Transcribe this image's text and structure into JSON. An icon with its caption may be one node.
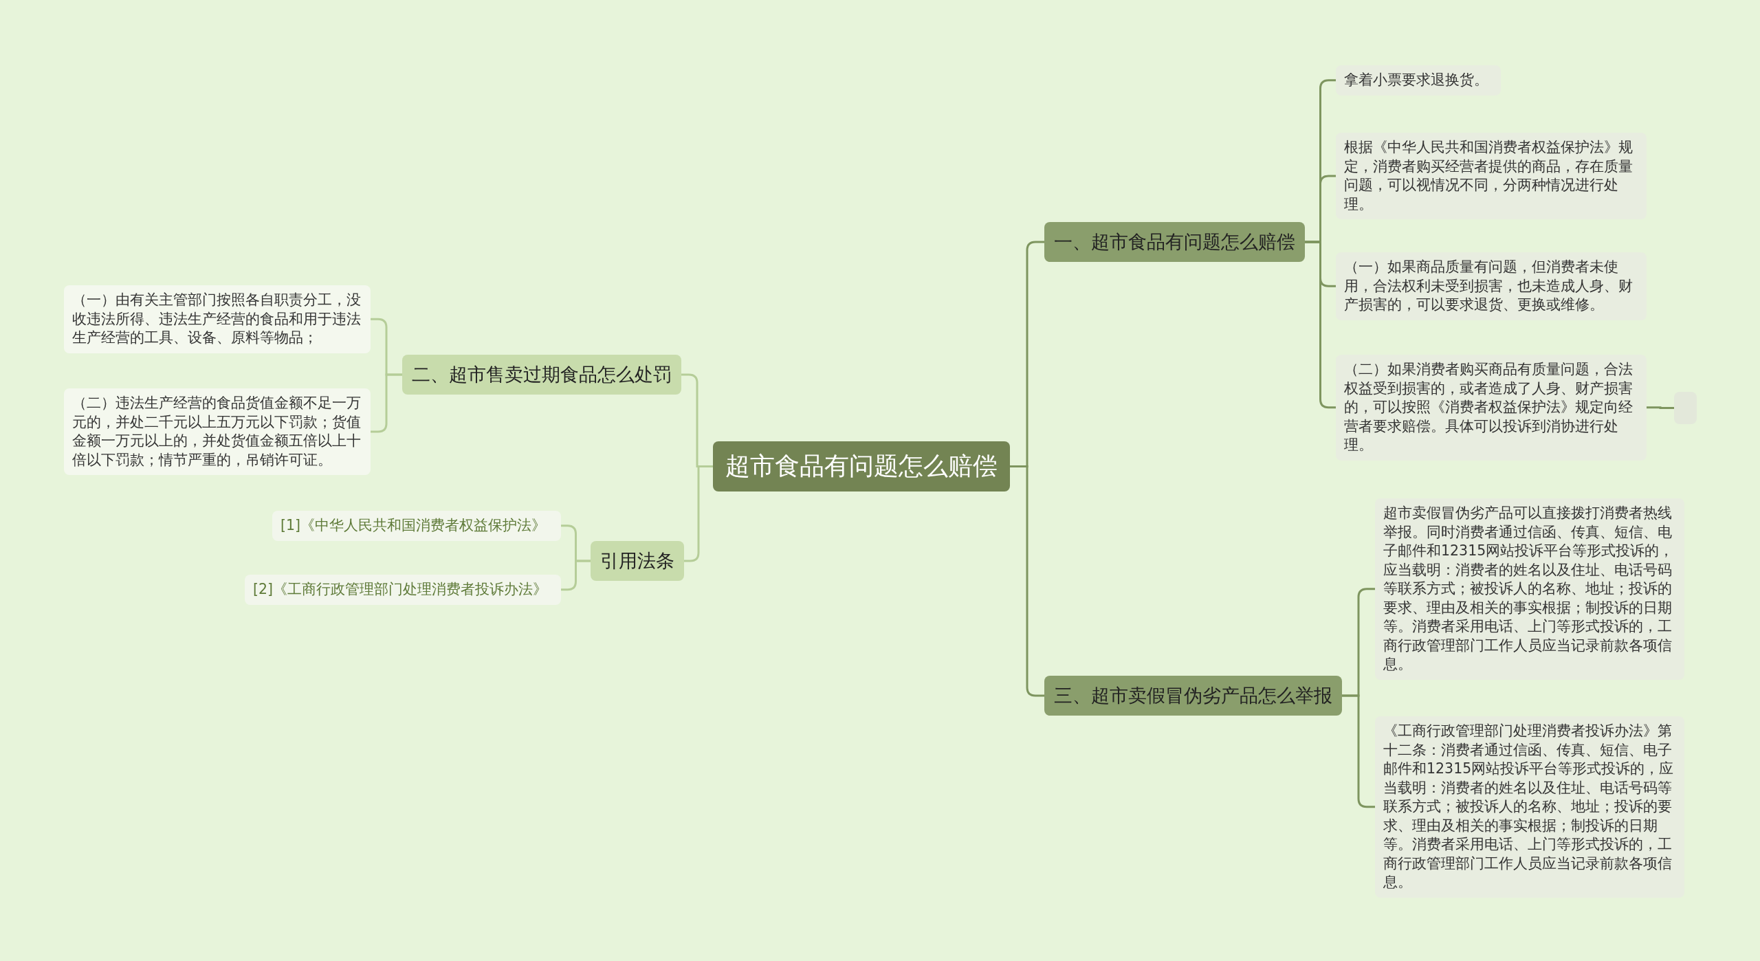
{
  "diagram": {
    "nodes": [
      {
        "text": [
          "超市食品有问题怎么赔偿"
        ]
      },
      {
        "text": [
          "一、超市食品有问题怎么赔偿"
        ]
      },
      {
        "text": [
          "拿着小票要求退换货。"
        ]
      },
      {
        "text": [
          "根据《中华人民共和国消费者权益保护法》规定，消费者购买经营者提供的商品，存在质量问题，可以视情况不同，分两种情况进行处理。"
        ]
      },
      {
        "text": [
          "（一）如果商品质量有问题，但消费者未使用，合法权利未受到损害，也未造成人身、财产损害的，可以要求退货、更换或维修。"
        ]
      },
      {
        "text": [
          "（二）如果消费者购买商品有质量问题，合法权益受到损害的，或者造成了人身、财产损害的，可以按照《消费者权益保护法》规定向经营者要求赔偿。具体可以投诉到消协进行处理。"
        ]
      },
      {
        "text": [],
        "shape": "box"
      },
      {
        "text": [
          "三、超市卖假冒伪劣产品怎么举报"
        ]
      },
      {
        "text": [
          "超市卖假冒伪劣产品可以直接拨打消费者热线举报。同时消费者通过信函、传真、短信、电子邮件和12315网站投诉平台等形式投诉的，应当载明：消费者的姓名以及住址、电话号码等联系方式；被投诉人的名称、地址；投诉的要求、理由及相关的事实根据；制投诉的日期等。消费者采用电话、上门等形式投诉的，工商行政管理部门工作人员应当记录前款各项信息。"
        ]
      },
      {
        "text": [
          "《工商行政管理部门处理消费者投诉办法》第十二条：消费者通过信函、传真、短信、电子邮件和12315网站投诉平台等形式投诉的，应当载明：消费者的姓名以及住址、电话号码等联系方式；被投诉人的名称、地址；投诉的要求、理由及相关的事实根据；制投诉的日期等。消费者采用电话、上门等形式投诉的，工商行政管理部门工作人员应当记录前款各项信息。"
        ]
      },
      {
        "text": [
          "二、超市售卖过期食品怎么处罚"
        ]
      },
      {
        "text": [
          "（一）由有关主管部门按照各自职责分工，没收违法所得、违法生产经营的食品和用于违法生产经营的工具、设备、原料等物品；"
        ]
      },
      {
        "text": [
          "（二）违法生产经营的食品货值金额不足一万元的，并处二千元以上五万元以下罚款；货值金额一万元以上的，并处货值金额五倍以上十倍以下罚款；情节严重的，吊销许可证。"
        ]
      },
      {
        "text": [
          "引用法条"
        ]
      },
      {
        "text": [
          "[1]《中华人民共和国消费者权益保护法》"
        ]
      },
      {
        "text": [
          "[2]《工商行政管理部门处理消费者投诉办法》"
        ]
      }
    ],
    "edges": [
      {
        "from": 0,
        "to": 1,
        "arrow": "none"
      },
      {
        "from": 1,
        "to": 2,
        "arrow": "none"
      },
      {
        "from": 1,
        "to": 3,
        "arrow": "none"
      },
      {
        "from": 1,
        "to": 4,
        "arrow": "none"
      },
      {
        "from": 1,
        "to": 5,
        "arrow": "none"
      },
      {
        "from": 5,
        "to": 6,
        "arrow": "none"
      },
      {
        "from": 0,
        "to": 7,
        "arrow": "none"
      },
      {
        "from": 7,
        "to": 8,
        "arrow": "none"
      },
      {
        "from": 7,
        "to": 9,
        "arrow": "none"
      },
      {
        "from": 0,
        "to": 10,
        "arrow": "none"
      },
      {
        "from": 10,
        "to": 11,
        "arrow": "none"
      },
      {
        "from": 10,
        "to": 12,
        "arrow": "none"
      },
      {
        "from": 0,
        "to": 13,
        "arrow": "none"
      },
      {
        "from": 13,
        "to": 14,
        "arrow": "none"
      },
      {
        "from": 13,
        "to": 15,
        "arrow": "none"
      }
    ]
  }
}
